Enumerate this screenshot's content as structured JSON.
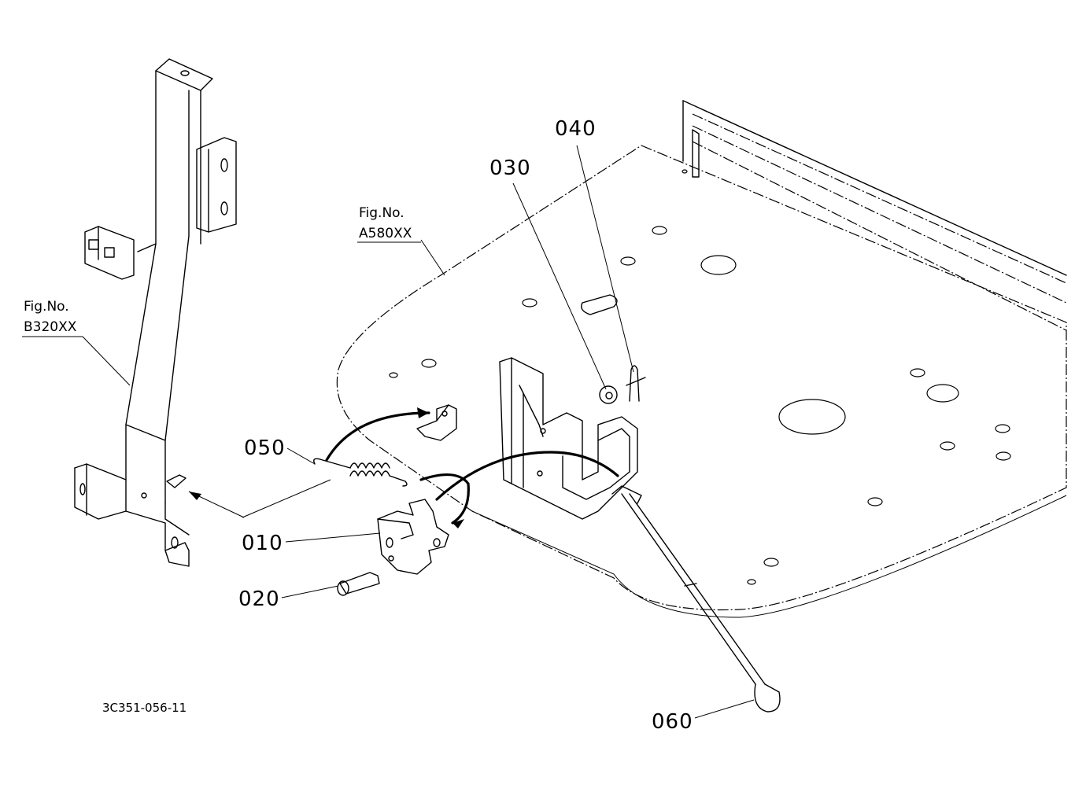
{
  "drawing_number": "3C351-056-11",
  "figure_refs": [
    {
      "prefix": "Fig.No.",
      "number": "A580XX"
    },
    {
      "prefix": "Fig.No.",
      "number": "B320XX"
    }
  ],
  "parts": [
    {
      "number": "010"
    },
    {
      "number": "020"
    },
    {
      "number": "030"
    },
    {
      "number": "040"
    },
    {
      "number": "050"
    },
    {
      "number": "060"
    }
  ]
}
